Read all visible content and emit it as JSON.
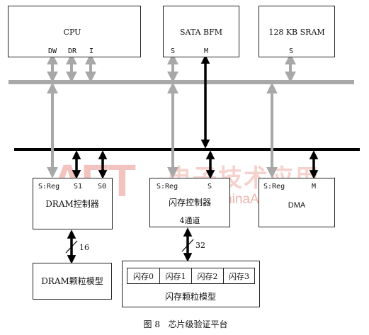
{
  "cpu": {
    "label": "CPU",
    "ports": [
      "DW",
      "DR",
      "I"
    ]
  },
  "sata": {
    "label": "SATA  BFM",
    "ports": [
      "S",
      "M"
    ]
  },
  "sram": {
    "label": "128  KB  SRAM",
    "ports": [
      "S"
    ]
  },
  "dram_ctrl": {
    "label": "DRAM控制器",
    "ports": [
      "S:Reg",
      "S1",
      "S0"
    ]
  },
  "flash_ctrl": {
    "label": "闪存控制器",
    "sublabel": "4通道",
    "ports": [
      "S:Reg",
      "S"
    ]
  },
  "dma": {
    "label": "DMA",
    "ports": [
      "S:Reg",
      "M"
    ]
  },
  "dram_model": {
    "label": "DRAM颗粒模型"
  },
  "flash_model": {
    "label": "闪存颗粒模型",
    "cells": [
      "闪存0",
      "闪存1",
      "闪存2",
      "闪存3"
    ]
  },
  "buses": {
    "dram_width": "16",
    "flash_width": "32"
  },
  "watermark": {
    "text": "www.ChinaAET.com"
  },
  "caption": "图 8   芯片级验证平台",
  "colors": {
    "grey_bus": "#a8a8a8",
    "black_bus": "#000000",
    "watermark": "#e0463a"
  }
}
